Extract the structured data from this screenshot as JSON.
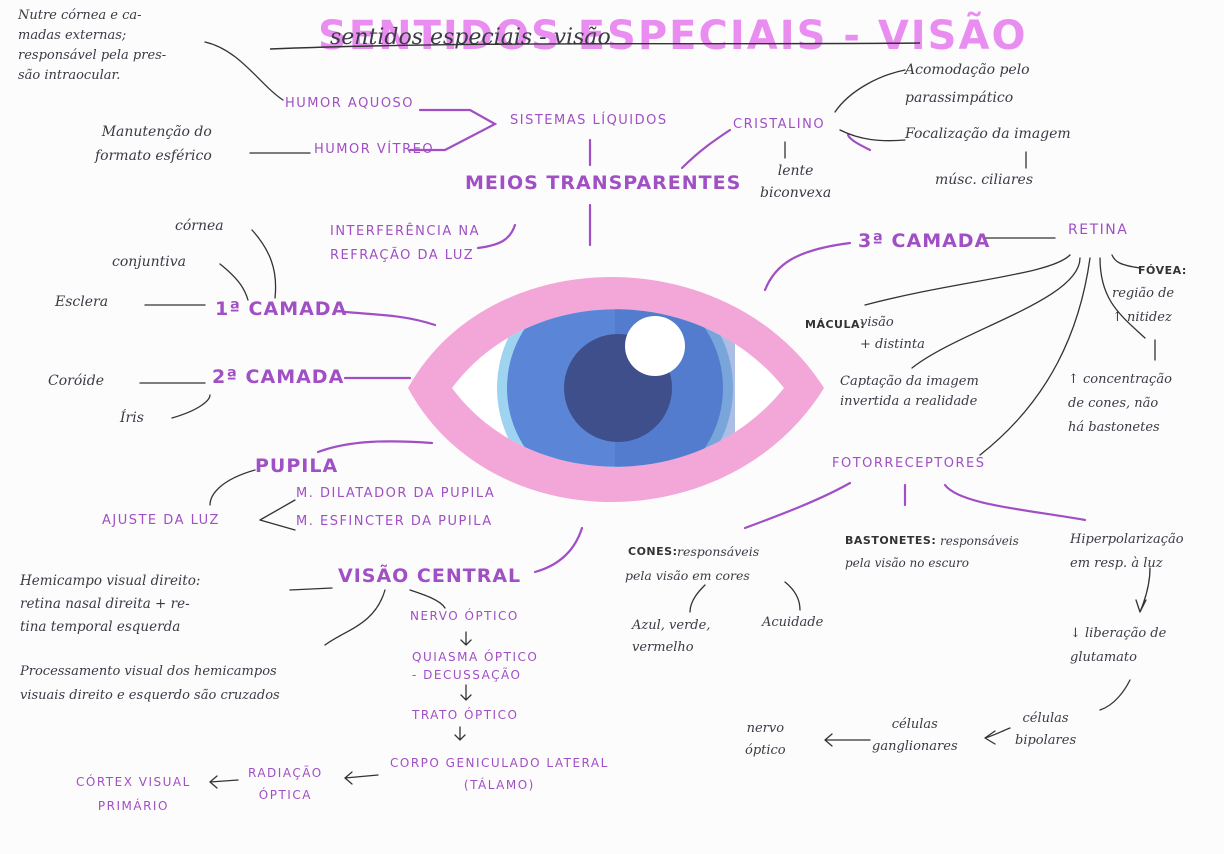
{
  "title": "SENTIDOS ESPECIAIS - VISÃO",
  "subtitle": "sentidos especiais - visão",
  "top_left": {
    "humor_aquoso_note": "Nutre córnea e ca-\nmadas externas;\nresponsável pela pres-\nsão intraocular.",
    "humor_vitreo_note": "Manutenção do\nformato esférico",
    "humor_aquoso": "HUMOR AQUOSO",
    "humor_vitreo": "HUMOR VÍTREO",
    "sistemas_liquidos": "SISTEMAS LÍQUIDOS"
  },
  "cristalino": {
    "label": "CRISTALINO",
    "lente": "lente\nbiconvexa",
    "acomodacao": "Acomodação pelo\nparassimpático",
    "focalizacao": "Focalização da imagem",
    "musc": "músc. ciliares"
  },
  "meios": {
    "label": "MEIOS TRANSPARENTES",
    "interferencia": "INTERFERÊNCIA NA\nREFRAÇÃO DA LUZ"
  },
  "camada1": {
    "label": "1ª CAMADA",
    "cornea": "córnea",
    "conjuntiva": "conjuntiva",
    "esclera": "Esclera"
  },
  "camada2": {
    "label": "2ª CAMADA",
    "coroide": "Coróide",
    "iris": "Íris"
  },
  "pupila": {
    "label": "PUPILA",
    "dilatador": "M. DILATADOR DA PUPILA",
    "esfincter": "M. ESFINCTER DA PUPILA",
    "ajuste": "AJUSTE DA LUZ"
  },
  "visao_central": {
    "label": "VISÃO CENTRAL",
    "hemicampo": "Hemicampo visual direito:\nretina nasal direita + re-\ntina temporal esquerda",
    "processamento": "Processamento visual dos hemicampos\nvisuais direito e esquerdo são cruzados",
    "path": [
      "NERVO ÓPTICO",
      "QUIASMA ÓPTICO\n- DECUSSAÇÃO",
      "TRATO ÓPTICO",
      "CORPO GENICULADO LATERAL\n(TÁLAMO)"
    ],
    "radiacao": "RADIAÇÃO\nÓPTICA",
    "cortex": "CÓRTEX VISUAL\nPRIMÁRIO"
  },
  "camada3": {
    "label": "3ª CAMADA",
    "retina": "RETINA",
    "fovea_label": "FÓVEA:",
    "fovea_text": "região de\n↑ nitidez",
    "concentracao": "↑ concentração\nde cones, não\nhá bastonetes",
    "macula_label": "MÁCULA:",
    "macula_text": "visão\n+ distinta",
    "captacao": "Captação da imagem\ninvertida a realidade"
  },
  "fotorreceptores": {
    "label": "FOTORRECEPTORES",
    "cones_label": "CONES:",
    "cones_text": "responsáveis\npela visão em cores",
    "cores": "Azul, verde,\nvermelho",
    "acuidade": "Acuidade",
    "bastonetes_label": "BASTONETES:",
    "bastonetes_text": "responsáveis\npela visão no escuro",
    "hiperpol": "Hiperpolarização\nem resp. à luz",
    "liberacao": "↓ liberação de\nglutamato",
    "bipolares": "células\nbipolares",
    "ganglionares": "células\nganglionares",
    "nervo": "nervo\nóptico"
  },
  "colors": {
    "accent_purple": "#a04fc4",
    "highlight_pink": "#e98ef0",
    "eye_pink": "#f3a7d8",
    "iris_blue": "#5b86d8",
    "pupil_navy": "#3f4f8c",
    "sclera_light": "#9ed4ef"
  }
}
